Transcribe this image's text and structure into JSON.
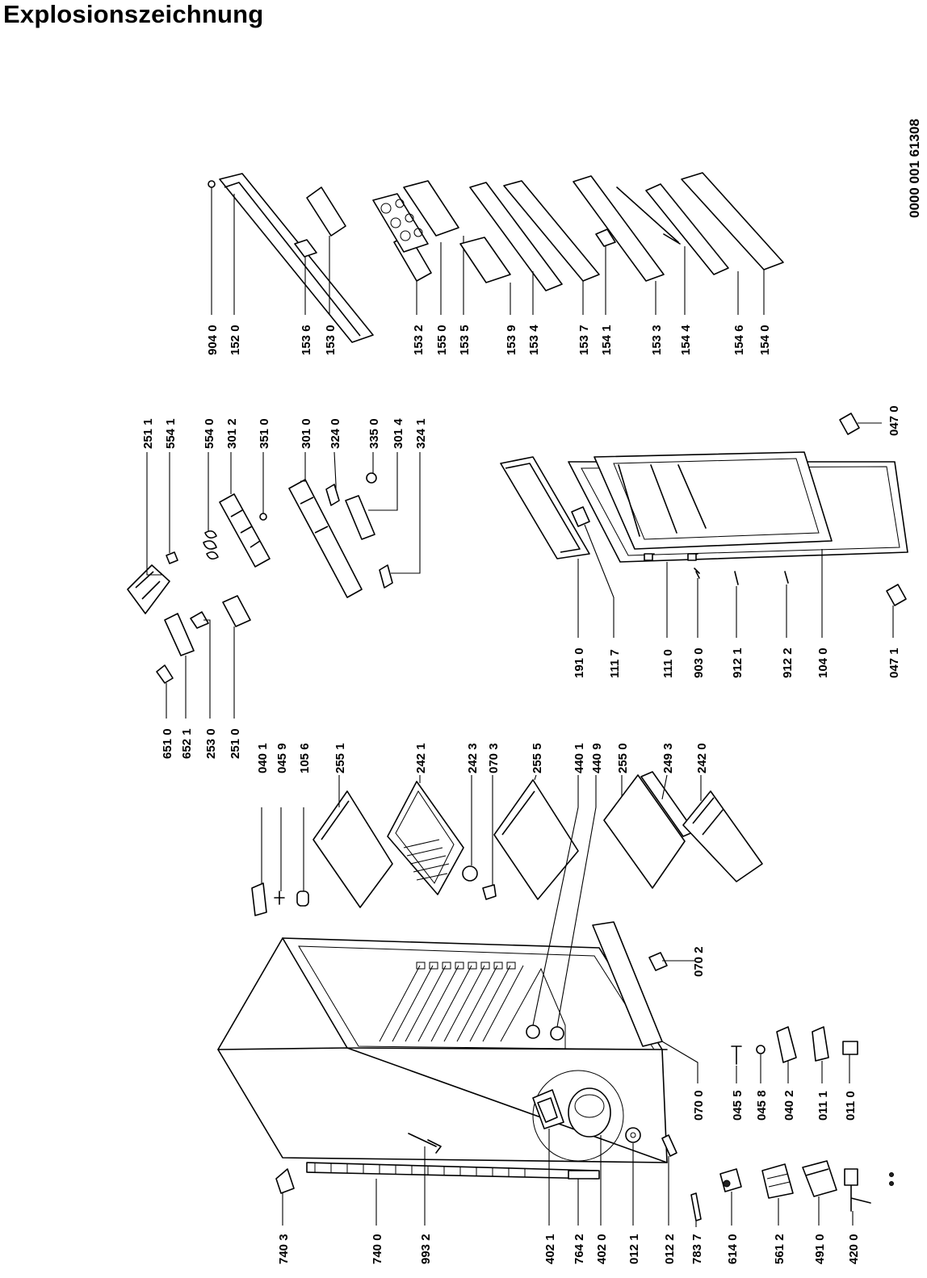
{
  "title": "Explosionszeichnung",
  "document_number": "0000 001 61308",
  "labels": {
    "p9040": "904 0",
    "p1520": "152 0",
    "p1536": "153 6",
    "p1530": "153 0",
    "p1532": "153 2",
    "p1550": "155 0",
    "p1535": "153 5",
    "p1539": "153 9",
    "p1534": "153 4",
    "p1537": "153 7",
    "p1541": "154 1",
    "p1533": "153 3",
    "p1544": "154 4",
    "p1546": "154 6",
    "p1540": "154 0",
    "p2511": "251 1",
    "p5541": "554 1",
    "p5540": "554 0",
    "p3012": "301 2",
    "p3510": "351 0",
    "p3010": "301 0",
    "p3240": "324 0",
    "p3350": "335 0",
    "p3014": "301 4",
    "p3241": "324 1",
    "p0470": "047 0",
    "p0471": "047 1",
    "p1910": "191 0",
    "p1117": "111 7",
    "p1110": "111 0",
    "p9030": "903 0",
    "p9121": "912 1",
    "p9122": "912 2",
    "p1040": "104 0",
    "p6510": "651 0",
    "p6521": "652 1",
    "p2530": "253 0",
    "p2510": "251 0",
    "p0401": "040 1",
    "p0459": "045 9",
    "p1056": "105 6",
    "p2551": "255 1",
    "p2421": "242 1",
    "p2423": "242 3",
    "p0703": "070 3",
    "p2555": "255 5",
    "p4401": "440 1",
    "p4409": "440 9",
    "p2550": "255 0",
    "p2493": "249 3",
    "p2420": "242 0",
    "p0702": "070 2",
    "p0700": "070 0",
    "p0455": "045 5",
    "p0458": "045 8",
    "p0402": "040 2",
    "p0111": "011 1",
    "p0110": "011 0",
    "p7403": "740 3",
    "p7400": "740 0",
    "p9932": "993 2",
    "p4021": "402 1",
    "p7642": "764 2",
    "p4020": "402 0",
    "p0121": "012 1",
    "p0122": "012 2",
    "p7837": "783 7",
    "p6140": "614 0",
    "p5612": "561 2",
    "p4910": "491 0",
    "p4200": "420 0"
  }
}
